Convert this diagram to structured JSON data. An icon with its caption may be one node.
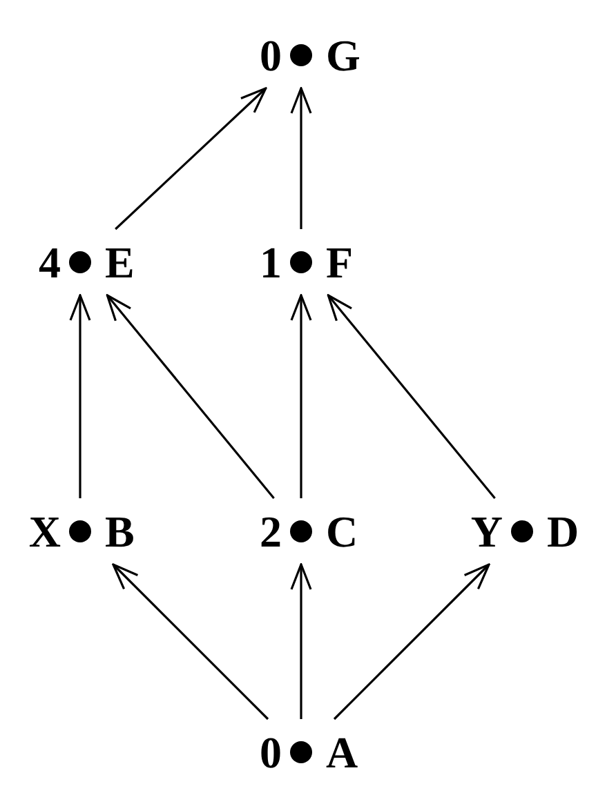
{
  "diagram": {
    "nodes": [
      {
        "text": [],
        "shape": "circle",
        "beside": [
          "0",
          "G"
        ]
      },
      {
        "text": [],
        "shape": "circle",
        "beside": [
          "4",
          "E"
        ]
      },
      {
        "text": [],
        "shape": "circle",
        "beside": [
          "1",
          "F"
        ]
      },
      {
        "text": [],
        "shape": "circle",
        "beside": [
          "X",
          "B"
        ]
      },
      {
        "text": [],
        "shape": "circle",
        "beside": [
          "2",
          "C"
        ]
      },
      {
        "text": [],
        "shape": "circle",
        "beside": [
          "Y",
          "D"
        ]
      },
      {
        "text": [],
        "shape": "circle",
        "beside": [
          "0",
          "A"
        ]
      }
    ],
    "edges": [
      {
        "from": 1,
        "to": 0,
        "arrow": "to"
      },
      {
        "from": 2,
        "to": 0,
        "arrow": "to"
      },
      {
        "from": 3,
        "to": 1,
        "arrow": "to"
      },
      {
        "from": 4,
        "to": 1,
        "arrow": "to"
      },
      {
        "from": 4,
        "to": 2,
        "arrow": "to"
      },
      {
        "from": 5,
        "to": 2,
        "arrow": "to"
      },
      {
        "from": 6,
        "to": 3,
        "arrow": "to"
      },
      {
        "from": 6,
        "to": 4,
        "arrow": "to"
      },
      {
        "from": 6,
        "to": 5,
        "arrow": "to"
      }
    ]
  }
}
